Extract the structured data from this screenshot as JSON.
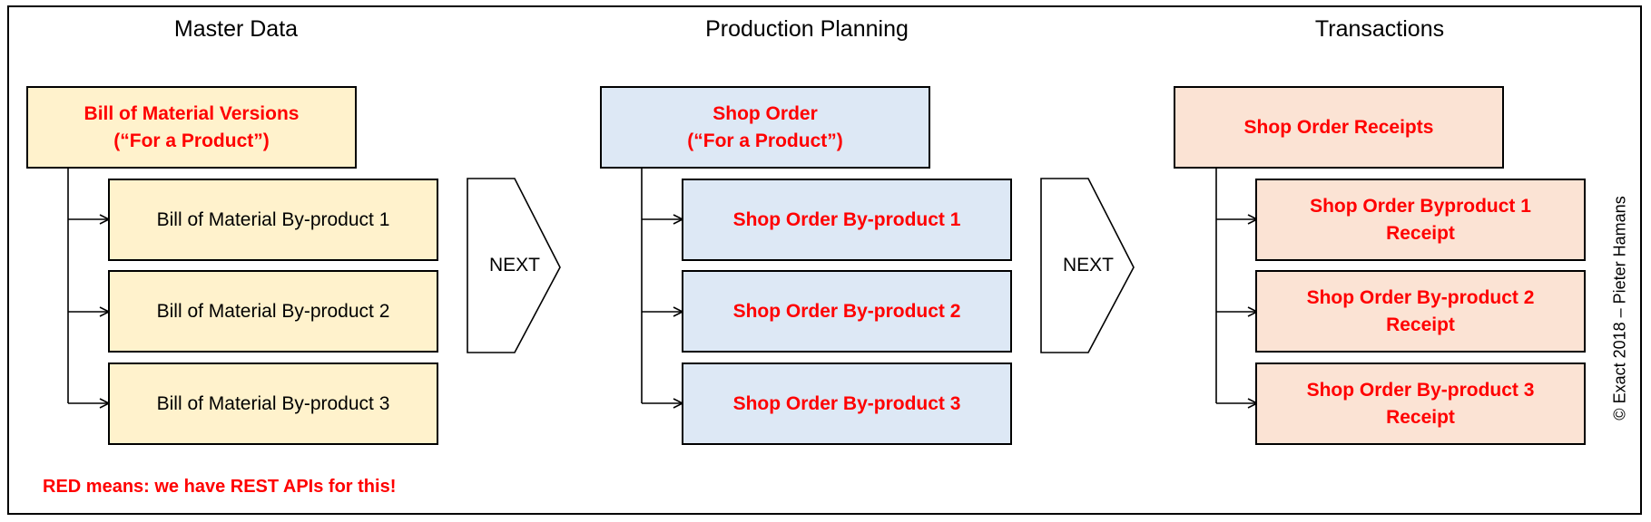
{
  "columns": {
    "master": {
      "title": "Master Data",
      "parent": "Bill of Material Versions\n(“For a Product”)",
      "children": [
        "Bill of Material By-product 1",
        "Bill of Material By-product 2",
        "Bill of Material By-product 3"
      ]
    },
    "planning": {
      "title": "Production Planning",
      "parent": "Shop Order\n(“For a Product”)",
      "children": [
        "Shop Order By-product 1",
        "Shop Order By-product 2",
        "Shop Order By-product 3"
      ]
    },
    "transactions": {
      "title": "Transactions",
      "parent": "Shop Order Receipts",
      "children": [
        "Shop Order Byproduct 1\nReceipt",
        "Shop Order By-product 2\nReceipt",
        "Shop Order By-product 3\nReceipt"
      ]
    }
  },
  "next_labels": [
    "NEXT",
    "NEXT"
  ],
  "note": "RED means: we have REST APIs for this!",
  "copyright": "© Exact 2018 – Pieter Hamans",
  "colors": {
    "red_text": "#ff0000",
    "master_fill": "#fff2cc",
    "planning_fill": "#dde8f5",
    "transactions_fill": "#fbe3d4"
  }
}
